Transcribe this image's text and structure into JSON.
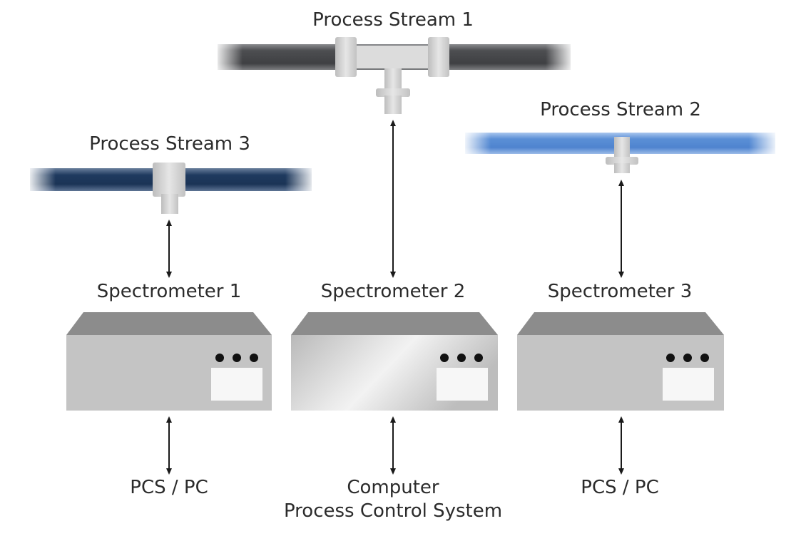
{
  "streams": [
    {
      "id": "stream-1",
      "label": "Process Stream 1",
      "color": "#555659"
    },
    {
      "id": "stream-2",
      "label": "Process Stream 2",
      "color": "#5b8fd6"
    },
    {
      "id": "stream-3",
      "label": "Process Stream 3",
      "color": "#1f3a5f"
    }
  ],
  "spectrometers": [
    {
      "id": "spectrometer-1",
      "label": "Spectrometer 1"
    },
    {
      "id": "spectrometer-2",
      "label": "Spectrometer 2"
    },
    {
      "id": "spectrometer-3",
      "label": "Spectrometer 3"
    }
  ],
  "endpoints": [
    {
      "id": "endpoint-1",
      "line1": "PCS / PC",
      "line2": ""
    },
    {
      "id": "endpoint-2",
      "line1": "Computer",
      "line2": "Process Control System"
    },
    {
      "id": "endpoint-3",
      "line1": "PCS / PC",
      "line2": ""
    }
  ],
  "colors": {
    "device_top": "#8c8c8c",
    "device_body": "#c4c4c4",
    "fitting": "#d8d8d8",
    "arrow": "#1a1a1a"
  }
}
